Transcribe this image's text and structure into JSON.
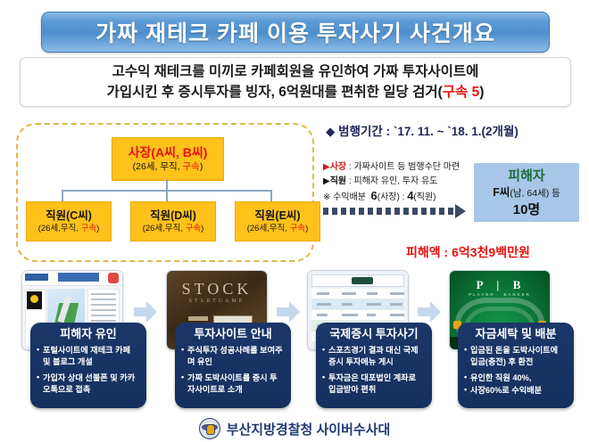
{
  "banner": {
    "title": "가짜 재테크 카페 이용 투자사기 사건개요"
  },
  "summary": {
    "line1": "고수익 재테크를 미끼로 카페회원을 유인하여 가짜 투자사이트에",
    "line2_a": "가입시킨 후 증시투자를 빙자, 6억원대를 편취한 일당 검거(",
    "line2_red": "구속 5",
    "line2_b": ")"
  },
  "org": {
    "boss": {
      "title": "사장(A씨, B씨)",
      "sub_a": "(26세, 무직, ",
      "sub_red": "구속",
      "sub_b": ")"
    },
    "employees": [
      {
        "title": "직원(C씨)",
        "sub_a": "(26세,무직, ",
        "sub_red": "구속",
        "sub_b": ")"
      },
      {
        "title": "직원(D씨)",
        "sub_a": "(26세,무직, ",
        "sub_red": "구속",
        "sub_b": ")"
      },
      {
        "title": "직원(E씨)",
        "sub_a": "(26세,무직, ",
        "sub_red": "구속",
        "sub_b": ")"
      }
    ]
  },
  "right_panel": {
    "period_bullet": "◆",
    "period": "범행기간 : `17. 11. ~ `18. 1.(2개월)",
    "roles": [
      {
        "marker": "▶",
        "key": "사장",
        "key_color": "red",
        "text": ": 가짜사이트 등 범행수단 마련"
      },
      {
        "marker": "▶",
        "key": "직원",
        "key_color": "black",
        "text": ": 피해자 유인, 투자 유도"
      }
    ],
    "profit_marker": "※",
    "profit_label": "수익배분",
    "profit_boss_num": "6",
    "profit_boss_tag": "(사장)",
    "profit_sep": ":",
    "profit_emp_num": "4",
    "profit_emp_tag": "(직원)",
    "victim": {
      "heading": "피해자",
      "name": "F씨",
      "detail": "(남, 64세) 등",
      "count": "10명"
    },
    "damage": "피해액 : 6억3천9백만원"
  },
  "flow": {
    "steps": [
      {
        "thumb": "naver-cafe-screenshot",
        "title": "피해자 유인",
        "bullets": [
          "포털사이트에 재테크 카페 및 블로그 개설",
          "가입자 상대 선불폰 및 카카오톡으로 접촉"
        ]
      },
      {
        "thumb": "stock-login-site-screenshot",
        "title": "투자사이트 안내",
        "bullets": [
          "주식투자 성공사례를 보여주며 유인",
          "가짜 도박사이트를 증시 투자사이트로 소개"
        ]
      },
      {
        "thumb": "trading-list-screenshot",
        "title": "국제증시 투자사기",
        "bullets": [
          "스포츠경기 결과 대신 국제증시 투자메뉴 게시",
          "투자금은 대포법인 계좌로 입금받아 편취"
        ]
      },
      {
        "thumb": "baccarat-table-screenshot",
        "title": "자금세탁 및 배분",
        "bullets": [
          "입금된 돈을 도박사이트에 입금(충전) 후 환전",
          "유인한 직원 40%,",
          "사장60%로 수익배분"
        ]
      }
    ],
    "arrow_icon": "right-arrow"
  },
  "footer": {
    "emblem": "police-emblem",
    "agency": "부산지방경찰청 사이버수사대"
  },
  "colors": {
    "banner_blue": "#5d9bd5",
    "org_amber": "#ffc21a",
    "victim_blue": "#a8c7e8",
    "card_navy": "#1b3668",
    "alert_red": "#e8120e",
    "dashed_gold": "#e0b84a"
  }
}
